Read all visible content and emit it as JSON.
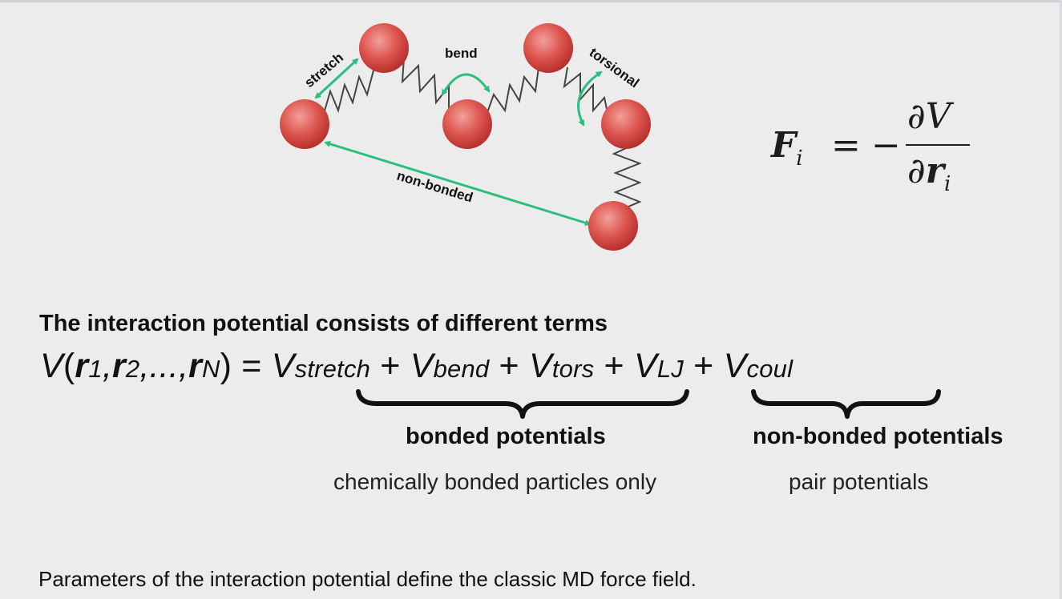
{
  "diagram": {
    "labels": {
      "stretch": "stretch",
      "bend": "bend",
      "torsional": "torsional",
      "non_bonded": "non-bonded"
    },
    "colors": {
      "atom": "#d9443f",
      "spring": "#444444",
      "arrow": "#2bbf7f"
    }
  },
  "force_equation": {
    "lhs_symbol": "F",
    "lhs_subscript": "i",
    "equals": "=",
    "minus": "−",
    "numerator": "∂V",
    "denominator_d": "∂",
    "denominator_symbol": "r",
    "denominator_subscript": "i"
  },
  "heading": "The interaction potential consists of different terms",
  "potential_equation": {
    "V": "V",
    "open": "(",
    "r": "r",
    "sub1": "1",
    "comma": ",",
    "sub2": "2",
    "ellipsis": ",...,",
    "subN": "N",
    "close": ")",
    "equals": " = ",
    "plus": " + ",
    "stretch": "stretch",
    "bend": "bend",
    "tors": "tors",
    "lj": "LJ",
    "coul": "coul"
  },
  "groups": {
    "bonded": {
      "label": "bonded potentials",
      "description": "chemically bonded particles only"
    },
    "non_bonded": {
      "label": "non-bonded potentials",
      "description": "pair potentials"
    }
  },
  "footer": "Parameters of the interaction potential define the classic MD force field."
}
